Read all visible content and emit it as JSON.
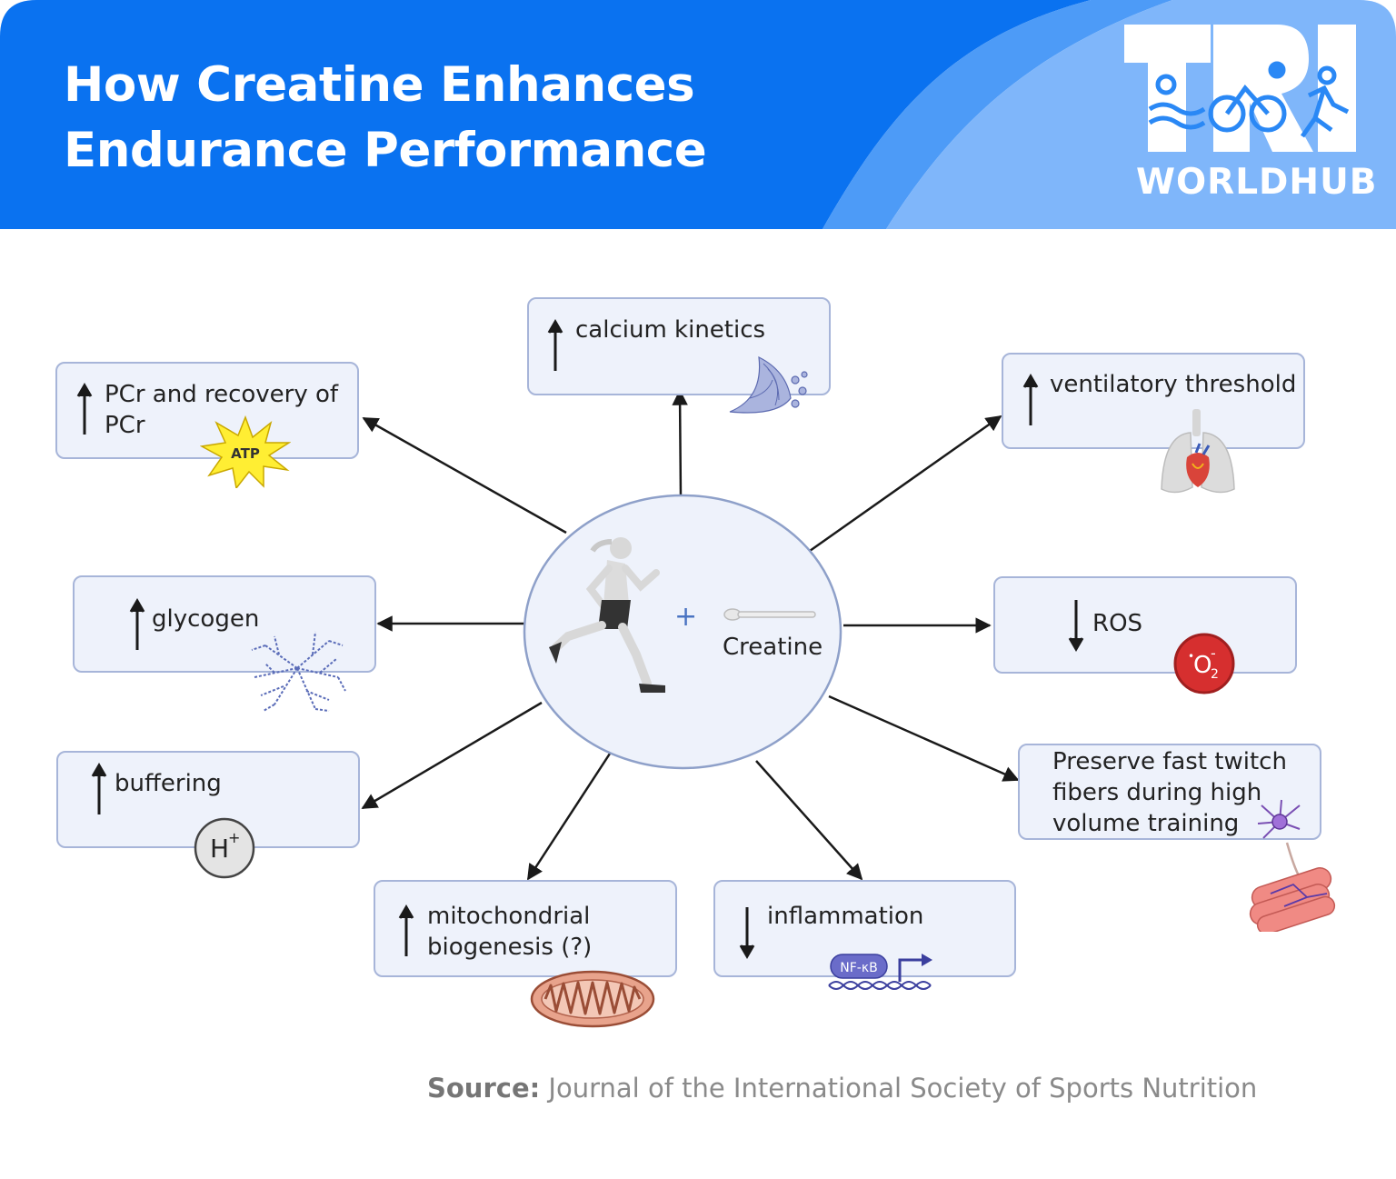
{
  "header": {
    "title_line1": "How Creatine Enhances",
    "title_line2": "Endurance Performance",
    "logo_text": "WORLDHUB",
    "colors": {
      "primary": "#0a72f0",
      "secondary": "#4d9bf7",
      "tertiary": "#7fb6fa"
    }
  },
  "center": {
    "plus": "+",
    "label": "Creatine"
  },
  "boxes": {
    "calcium": {
      "label": "calcium kinetics",
      "direction": "up"
    },
    "pcr": {
      "line1": "PCr and recovery of",
      "line2": "PCr",
      "badge": "ATP",
      "direction": "up"
    },
    "ventilatory": {
      "label": "ventilatory threshold",
      "direction": "up"
    },
    "glycogen": {
      "label": "glycogen",
      "direction": "up"
    },
    "ros": {
      "label": "ROS",
      "badge": "O",
      "badge_sub": "2",
      "badge_sup": "-",
      "badge_dot": "•",
      "direction": "down"
    },
    "buffering": {
      "label": "buffering",
      "badge": "H",
      "badge_sup": "+",
      "direction": "up"
    },
    "fibers": {
      "line1": "Preserve fast twitch",
      "line2": "fibers during high",
      "line3": "volume training"
    },
    "mito": {
      "line1": "mitochondrial",
      "line2": "biogenesis (?)",
      "direction": "up"
    },
    "inflammation": {
      "label": "inflammation",
      "badge": "NF-κB",
      "direction": "down"
    }
  },
  "icons": {
    "runner": "runner-icon",
    "creatine": "creatine-powder-icon",
    "atp": "atp-star-icon",
    "sarcoplasmic": "sarcoplasmic-reticulum-icon",
    "lungs": "lungs-heart-icon",
    "glycogen": "glycogen-molecule-icon",
    "ros": "superoxide-icon",
    "hydrogen": "hydrogen-ion-icon",
    "neuron": "neuron-icon",
    "muscle": "muscle-fiber-icon",
    "mitochondria": "mitochondria-icon",
    "nfkb": "nfkb-dna-icon"
  },
  "source": {
    "prefix": "Source:",
    "text": " Journal of the International Society of Sports Nutrition"
  }
}
